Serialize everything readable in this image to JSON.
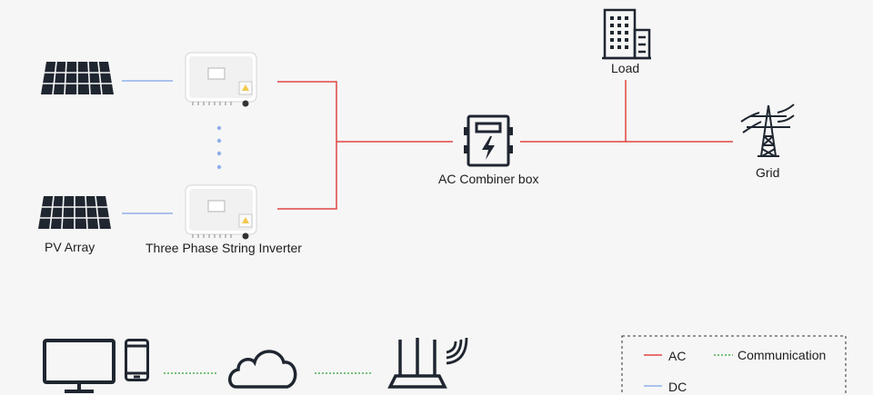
{
  "labels": {
    "pv_array": "PV Array",
    "inverter": "Three Phase String Inverter",
    "combiner": "AC Combiner box",
    "load": "Load",
    "grid": "Grid"
  },
  "legend": {
    "ac": "AC",
    "dc": "DC",
    "communication": "Communication"
  },
  "colors": {
    "ac_line": "#e04545",
    "dc_line": "#8fb0ea",
    "communication_line": "#4caf50",
    "icon_dark": "#1f2630"
  },
  "icons": {
    "solar_panel": "solar-panel-icon",
    "inverter": "inverter-icon",
    "combiner": "combiner-box-icon",
    "load": "building-icon",
    "grid": "power-tower-icon",
    "monitor": "monitor-icon",
    "phone": "phone-icon",
    "cloud": "cloud-icon",
    "router": "wifi-router-icon"
  }
}
